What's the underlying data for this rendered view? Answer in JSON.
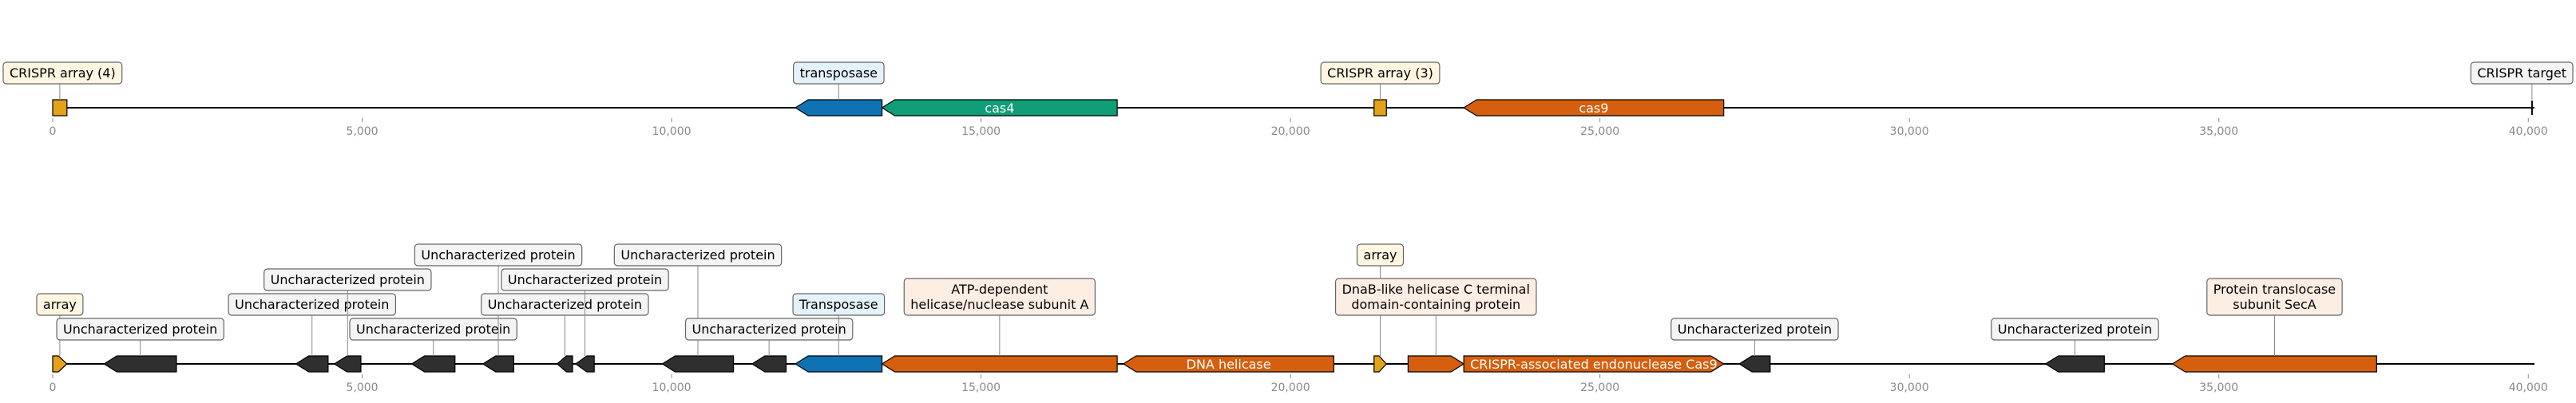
{
  "colors": {
    "crispr": "#E3A21A",
    "transposase": "#0E72B5",
    "cas4": "#0F9E76",
    "cas9": "#D55F0E",
    "uncharacterized": "#2F2F2F",
    "axis": "#000000",
    "tick": "#8a8a8a",
    "label_yellow_bg": "#FFF6E1",
    "label_blue_bg": "#E4F2FA",
    "label_orange_bg": "#FDEEE4",
    "label_gray_bg": "#F4F4F4",
    "label_border": "#666666"
  },
  "tracks": [
    {
      "axis_start": 0,
      "axis_end": 40100,
      "ticks": [
        0,
        5000,
        10000,
        15000,
        20000,
        25000,
        30000,
        35000,
        40000
      ],
      "tick_labels": [
        "0",
        "5,000",
        "10,000",
        "15,000",
        "20,000",
        "25,000",
        "30,000",
        "35,000",
        "40,000"
      ],
      "features": [
        {
          "start": 0,
          "end": 230,
          "strand": 0,
          "kind": "crispr",
          "label": "CRISPR array (4)",
          "label_level": 0,
          "label_bg": "yellow",
          "inline": ""
        },
        {
          "start": 12000,
          "end": 13400,
          "strand": -1,
          "kind": "transposase",
          "label": "transposase",
          "label_level": 0,
          "label_bg": "blue",
          "inline": ""
        },
        {
          "start": 13400,
          "end": 17200,
          "strand": -1,
          "kind": "cas4",
          "label": "",
          "label_level": 0,
          "label_bg": "",
          "inline": "cas4"
        },
        {
          "start": 21350,
          "end": 21550,
          "strand": 0,
          "kind": "crispr",
          "label": "CRISPR array (3)",
          "label_level": 0,
          "label_bg": "yellow",
          "inline": ""
        },
        {
          "start": 22800,
          "end": 27000,
          "strand": -1,
          "kind": "cas9",
          "label": "",
          "label_level": 0,
          "label_bg": "",
          "inline": "cas9"
        },
        {
          "start": 40060,
          "end": 40100,
          "strand": 0,
          "kind": "target",
          "label": "CRISPR target",
          "label_level": 0,
          "label_bg": "gray",
          "inline": ""
        }
      ]
    },
    {
      "axis_start": 0,
      "axis_end": 40100,
      "ticks": [
        0,
        5000,
        10000,
        15000,
        20000,
        25000,
        30000,
        35000,
        40000
      ],
      "tick_labels": [
        "0",
        "5,000",
        "10,000",
        "15,000",
        "20,000",
        "25,000",
        "30,000",
        "35,000",
        "40,000"
      ],
      "features": [
        {
          "start": 0,
          "end": 230,
          "strand": 1,
          "kind": "crispr",
          "label": "array",
          "label_level": 1,
          "label_bg": "yellow",
          "inline": ""
        },
        {
          "start": 830,
          "end": 2000,
          "strand": -1,
          "kind": "uncharacterized",
          "label": "Uncharacterized protein",
          "label_level": 0,
          "label_bg": "gray",
          "inline": ""
        },
        {
          "start": 3930,
          "end": 4450,
          "strand": -1,
          "kind": "uncharacterized",
          "label": "Uncharacterized protein",
          "label_level": 1,
          "label_bg": "gray",
          "inline": ""
        },
        {
          "start": 4550,
          "end": 4980,
          "strand": -1,
          "kind": "uncharacterized",
          "label": "Uncharacterized protein",
          "label_level": 2,
          "label_bg": "gray",
          "inline": ""
        },
        {
          "start": 5800,
          "end": 6500,
          "strand": -1,
          "kind": "uncharacterized",
          "label": "Uncharacterized protein",
          "label_level": 0,
          "label_bg": "gray",
          "inline": ""
        },
        {
          "start": 6950,
          "end": 7450,
          "strand": -1,
          "kind": "uncharacterized",
          "label": "Uncharacterized protein",
          "label_level": 3,
          "label_bg": "gray",
          "inline": ""
        },
        {
          "start": 8150,
          "end": 8400,
          "strand": -1,
          "kind": "uncharacterized",
          "label": "Uncharacterized protein",
          "label_level": 1,
          "label_bg": "gray",
          "inline": ""
        },
        {
          "start": 8450,
          "end": 8750,
          "strand": -1,
          "kind": "uncharacterized",
          "label": "Uncharacterized protein",
          "label_level": 2,
          "label_bg": "gray",
          "inline": ""
        },
        {
          "start": 9850,
          "end": 11000,
          "strand": -1,
          "kind": "uncharacterized",
          "label": "Uncharacterized protein",
          "label_level": 3,
          "label_bg": "gray",
          "inline": ""
        },
        {
          "start": 11300,
          "end": 11850,
          "strand": -1,
          "kind": "uncharacterized",
          "label": "Uncharacterized protein",
          "label_level": 0,
          "label_bg": "gray",
          "inline": ""
        },
        {
          "start": 12000,
          "end": 13400,
          "strand": -1,
          "kind": "transposase",
          "label": "Transposase",
          "label_level": 1,
          "label_bg": "blue",
          "inline": ""
        },
        {
          "start": 13400,
          "end": 17200,
          "strand": -1,
          "kind": "cas9",
          "label": "ATP-dependent\nhelicase/nuclease subunit A",
          "label_level": 1,
          "label_bg": "orange",
          "inline": ""
        },
        {
          "start": 17300,
          "end": 20700,
          "strand": -1,
          "kind": "cas9",
          "label": "",
          "label_level": 0,
          "label_bg": "",
          "inline": "DNA helicase"
        },
        {
          "start": 21350,
          "end": 21550,
          "strand": 1,
          "kind": "crispr",
          "label": "array",
          "label_level": 3,
          "label_bg": "yellow",
          "inline": ""
        },
        {
          "start": 21900,
          "end": 22800,
          "strand": 1,
          "kind": "cas9",
          "label": "DnaB-like helicase C terminal\ndomain-containing protein",
          "label_level": 1,
          "label_bg": "orange",
          "inline": ""
        },
        {
          "start": 22800,
          "end": 27000,
          "strand": 1,
          "kind": "cas9",
          "label": "",
          "label_level": 0,
          "label_bg": "",
          "inline": "CRISPR-associated endonuclease Cas9"
        },
        {
          "start": 27250,
          "end": 27750,
          "strand": -1,
          "kind": "uncharacterized",
          "label": "Uncharacterized protein",
          "label_level": 0,
          "label_bg": "gray",
          "inline": ""
        },
        {
          "start": 32200,
          "end": 33150,
          "strand": -1,
          "kind": "uncharacterized",
          "label": "Uncharacterized protein",
          "label_level": 0,
          "label_bg": "gray",
          "inline": ""
        },
        {
          "start": 34250,
          "end": 37550,
          "strand": -1,
          "kind": "cas9",
          "label": "Protein translocase\nsubunit SecA",
          "label_level": 1,
          "label_bg": "orange",
          "inline": ""
        }
      ]
    }
  ]
}
